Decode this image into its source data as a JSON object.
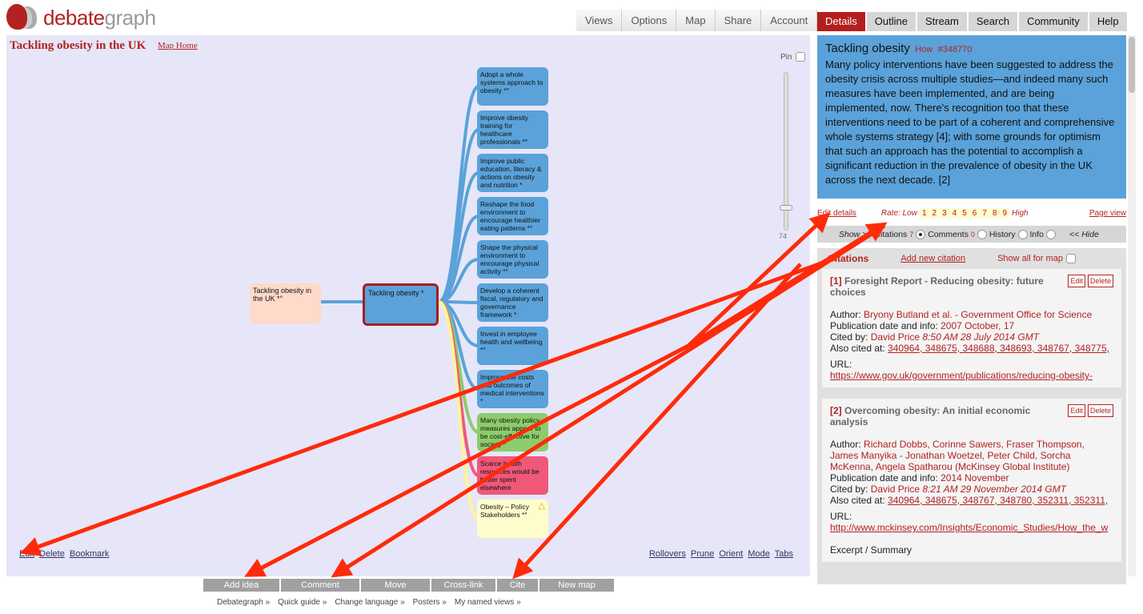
{
  "logo": {
    "part1": "debate",
    "part2": "graph"
  },
  "top_tabs": [
    "Views",
    "Options",
    "Map",
    "Share",
    "Account"
  ],
  "panel_tabs": [
    {
      "label": "Details",
      "active": true
    },
    {
      "label": "Outline"
    },
    {
      "label": "Stream"
    },
    {
      "label": "Search"
    },
    {
      "label": "Community"
    },
    {
      "label": "Help"
    }
  ],
  "map": {
    "title": "Tackling obesity in the UK",
    "home_link": "Map Home",
    "pin_label": "Pin",
    "zoom_value": "74",
    "parent_node": "Tackling obesity in the UK *°",
    "current_node": "Tackling obesity *",
    "children": [
      {
        "text": "Adopt a whole systems approach to obesity *°",
        "color": "blue"
      },
      {
        "text": "Improve obesity training for healthcare professionals *°",
        "color": "blue"
      },
      {
        "text": "Improve public education, literacy & actions on obesity and nutrition *",
        "color": "blue"
      },
      {
        "text": "Reshape the food environment to encourage healthier eating patterns *°",
        "color": "blue"
      },
      {
        "text": "Shape the physical environment to encourage physical activity *°",
        "color": "blue"
      },
      {
        "text": "Develop a coherent fiscal, regulatory and governance framework *",
        "color": "blue"
      },
      {
        "text": "Invest in employee health and wellbeing *°",
        "color": "blue"
      },
      {
        "text": "Improve the costs and outcomes of medical interventions *",
        "color": "blue"
      },
      {
        "text": "Many obesity policy measures appear to be cost-effective for society *",
        "color": "green"
      },
      {
        "text": "Scarce health resources would be better spent elsewhere",
        "color": "pink"
      },
      {
        "text": "Obesity – Policy Stakeholders *°",
        "color": "yellow"
      }
    ],
    "links_left": [
      "Edit",
      "Delete",
      "Bookmark"
    ],
    "links_right": [
      "Rollovers",
      "Prune",
      "Orient",
      "Mode",
      "Tabs"
    ]
  },
  "actions": [
    "Add idea",
    "Comment",
    "Move",
    "Cross-link",
    "Cite",
    "New map"
  ],
  "footer": [
    "Debategraph »",
    "Quick guide »",
    "Change language »",
    "Posters »",
    "My named views »"
  ],
  "details": {
    "title": "Tackling obesity",
    "type": "How",
    "id": "#348770",
    "body": "Many policy interventions have been suggested to address the obesity crisis across multiple studies—and indeed many such measures have been implemented, and are being implemented, now. There's recognition too that these interventions need to be part of a coherent and comprehensive whole systems strategy [4]; with some grounds for optimism that such an approach has the potential to accomplish a significant reduction in the prevalence of obesity in the UK across the next decade. [2]",
    "edit_details": "Edit details",
    "rate_low": "Rate: Low",
    "rate_high": "High",
    "rate_values": [
      "1",
      "2",
      "3",
      "4",
      "5",
      "6",
      "7",
      "8",
      "9"
    ],
    "page_view": "Page view",
    "show": {
      "label": "Show >>",
      "citations": "Citations",
      "citations_count": "7",
      "comments": "Comments",
      "comments_count": "0",
      "history": "History",
      "info": "Info",
      "hide": "<< Hide"
    },
    "citations_header": "Citations",
    "add_citation": "Add new citation",
    "show_all": "Show all for map",
    "citations": [
      {
        "num": "[1]",
        "title": "Foresight Report - Reducing obesity: future choices",
        "author": "Bryony Butland et al. - Government Office for Science",
        "pub": "2007 October, 17",
        "cited_by": "David Price",
        "cited_time": "8:50 AM 28 July 2014 GMT",
        "also": "340964, 348675, 348688, 348693, 348767, 348775,",
        "url": "https://www.gov.uk/government/publications/reducing-obesity-"
      },
      {
        "num": "[2]",
        "title": "Overcoming obesity: An initial economic analysis",
        "author": "Richard Dobbs, Corinne Sawers, Fraser Thompson, James Manyika - Jonathan Woetzel, Peter Child, Sorcha McKenna, Angela Spatharou (McKinsey Global Institute)",
        "pub": "2014 November",
        "cited_by": "David Price",
        "cited_time": "8:21 AM 29 November 2014 GMT",
        "also": "340964, 348675, 348767, 348780, 352311, 352311,",
        "url": "http://www.mckinsey.com/Insights/Economic_Studies/How_the_w",
        "excerpt": "Excerpt / Summary"
      }
    ],
    "labels": {
      "author": "Author: ",
      "pub": "Publication date and info: ",
      "cited": "Cited by: ",
      "also": "Also cited at: ",
      "url": "URL:",
      "edit": "Edit",
      "delete": "Delete"
    }
  }
}
